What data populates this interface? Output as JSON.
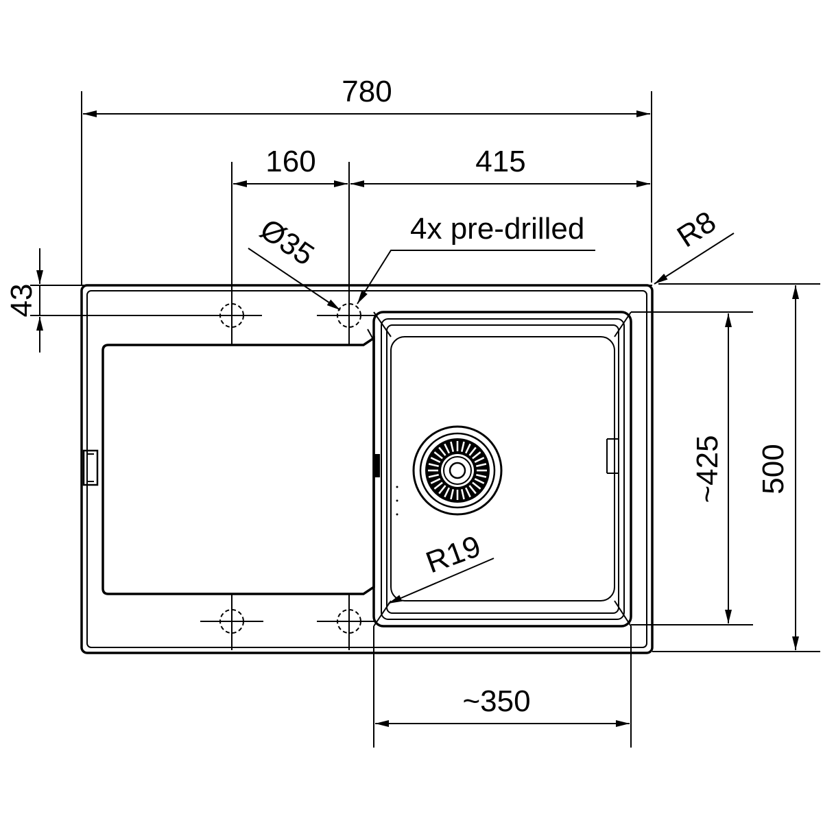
{
  "labels": {
    "overall_width": "780",
    "tap_spacing": "160",
    "tap_to_edge": "415",
    "hole_diameter": "Ø35",
    "pre_drilled": "4x pre-drilled",
    "corner_radius": "R8",
    "hole_offset": "43",
    "bowl_length": "~425",
    "overall_depth": "500",
    "bowl_radius": "R19",
    "bowl_width": "~350"
  }
}
